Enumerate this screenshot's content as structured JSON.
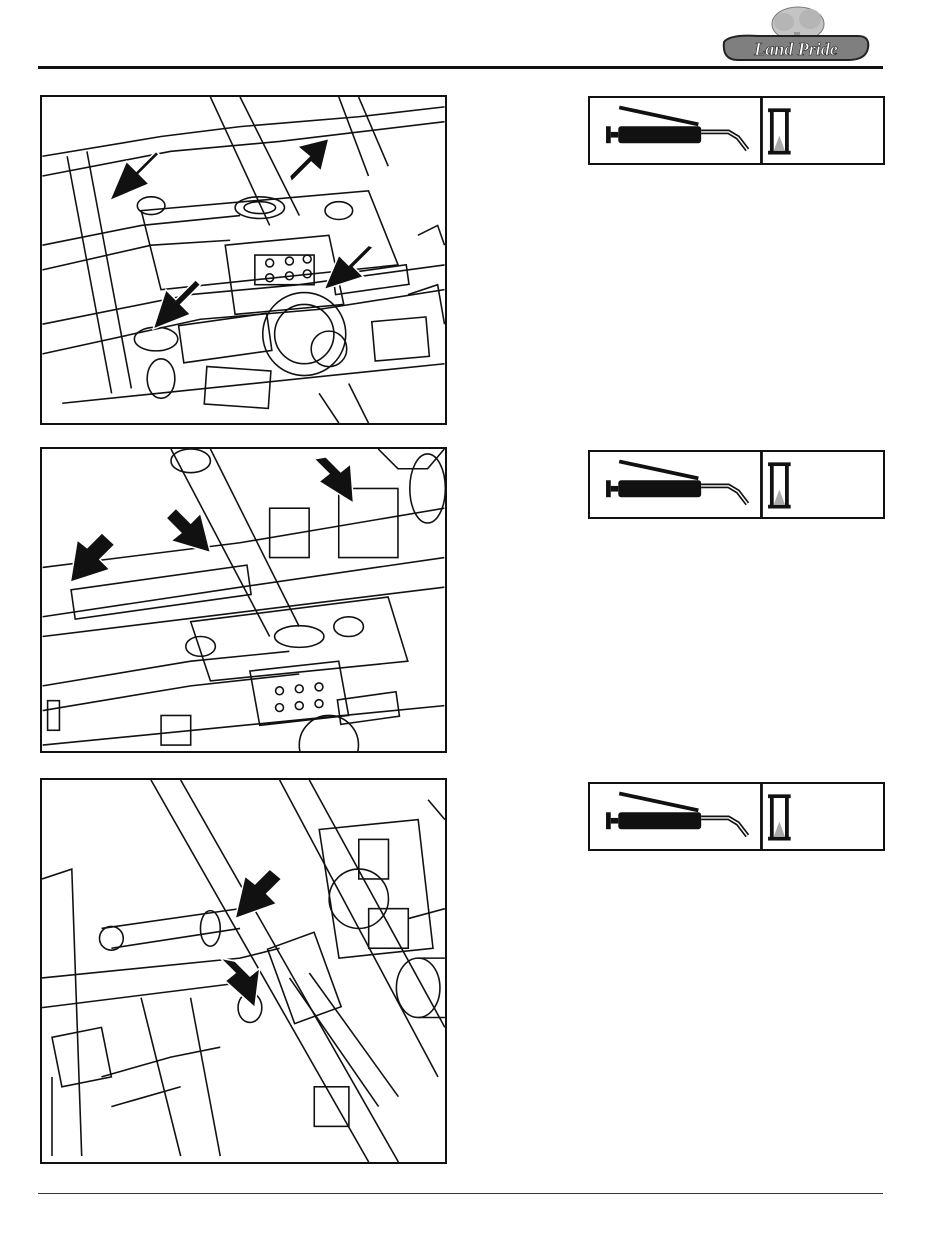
{
  "header": {
    "logo_text": "Land Pride",
    "logo_icon": "land-pride-logo-icon"
  },
  "figures": [
    {
      "name": "lubrication-figure-1",
      "arrow_count": 4,
      "icon": "grease-arrow-icon"
    },
    {
      "name": "lubrication-figure-2",
      "arrow_count": 3,
      "icon": "grease-arrow-icon"
    },
    {
      "name": "lubrication-figure-3",
      "arrow_count": 2,
      "icon": "grease-arrow-icon"
    }
  ],
  "lube_symbols": [
    {
      "gun_icon": "grease-gun-icon",
      "interval_icon": "hourglass-icon"
    },
    {
      "gun_icon": "grease-gun-icon",
      "interval_icon": "hourglass-icon"
    },
    {
      "gun_icon": "grease-gun-icon",
      "interval_icon": "hourglass-icon"
    }
  ],
  "colors": {
    "ink": "#111111",
    "logo_fill": "#8a8a8a",
    "logo_tree": "#b8b8b8",
    "paper": "#ffffff"
  }
}
